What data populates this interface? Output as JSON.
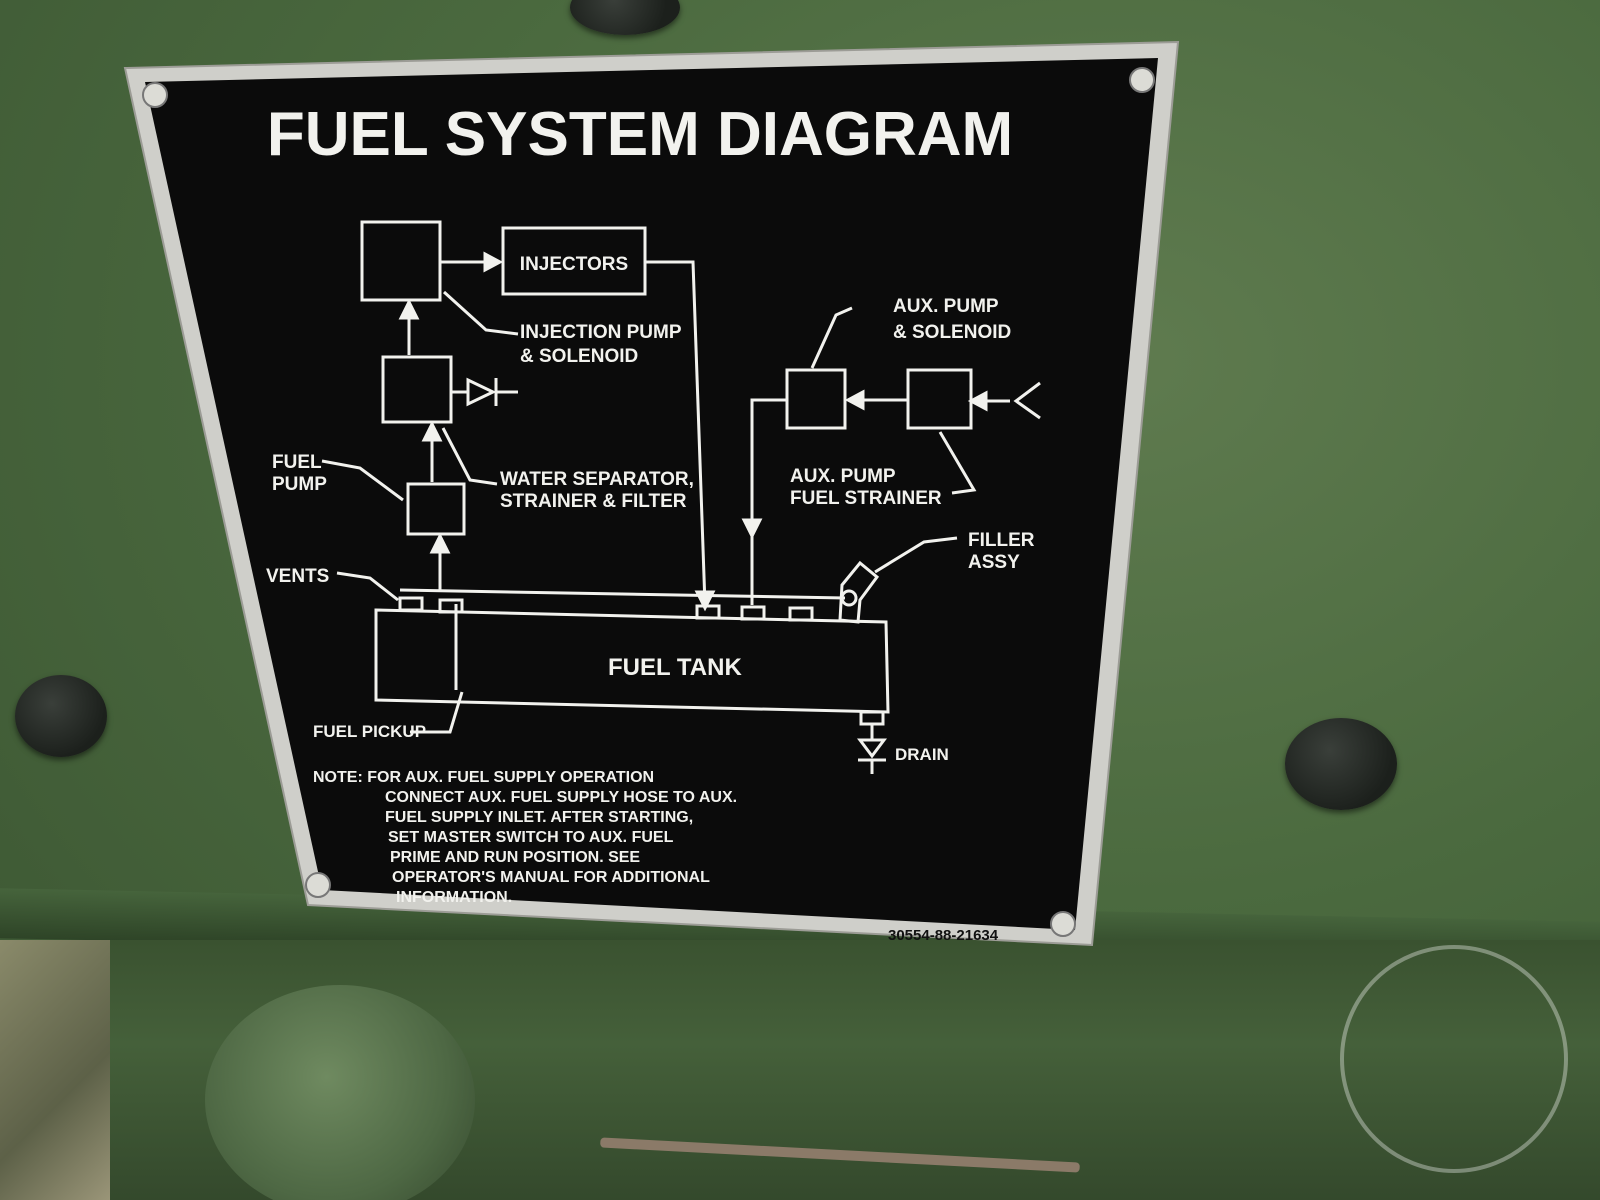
{
  "plate": {
    "title": "FUEL SYSTEM DIAGRAM",
    "labels": {
      "injectors": "INJECTORS",
      "injection_pump_1": "INJECTION PUMP",
      "injection_pump_2": "& SOLENOID",
      "aux_pump_1": "AUX. PUMP",
      "aux_pump_2": "& SOLENOID",
      "fuel_pump_1": "FUEL",
      "fuel_pump_2": "PUMP",
      "water_sep_1": "WATER SEPARATOR,",
      "water_sep_2": "STRAINER & FILTER",
      "aux_strainer_1": "AUX. PUMP",
      "aux_strainer_2": "FUEL STRAINER",
      "filler_1": "FILLER",
      "filler_2": "ASSY",
      "vents": "VENTS",
      "fuel_tank": "FUEL TANK",
      "fuel_pickup": "FUEL PICKUP",
      "drain": "DRAIN"
    },
    "note_lines": [
      "NOTE:  FOR AUX. FUEL SUPPLY OPERATION",
      "CONNECT AUX. FUEL SUPPLY HOSE TO AUX.",
      "FUEL SUPPLY INLET. AFTER STARTING,",
      "SET MASTER SWITCH TO AUX. FUEL",
      "PRIME AND RUN POSITION. SEE",
      "OPERATOR'S MANUAL FOR ADDITIONAL",
      "INFORMATION."
    ],
    "part_number": "30554-88-21634"
  },
  "colors": {
    "plate_black": "#0c0c0c",
    "plate_frame": "#c9c9c3",
    "plate_text": "#f2f2ee",
    "enclosure_green": "#4b6a3f"
  }
}
